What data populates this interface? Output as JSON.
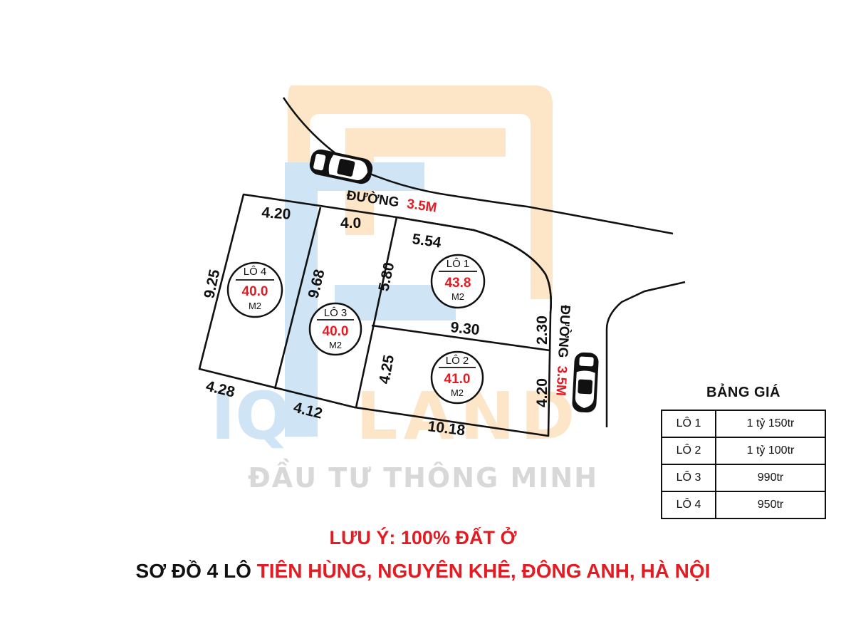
{
  "colors": {
    "red": "#e31b23",
    "ink": "#111111",
    "watermark_orange": "#fde5c8",
    "watermark_blue": "#cfe4f5",
    "watermark_gray": "#d8d8d8"
  },
  "watermark": {
    "brand": "IQ LAND",
    "tagline": "ĐẦU TƯ THÔNG MINH"
  },
  "roads": {
    "top": {
      "label": "ĐƯỜNG",
      "width": "3.5M"
    },
    "right": {
      "label": "ĐƯỜNG",
      "width": "3.5M"
    }
  },
  "icons": [
    "car-icon",
    "car-icon"
  ],
  "dimensions": {
    "lot4_top": "4.20",
    "lot3_top": "4.0",
    "lot1_top": "5.54",
    "lot4_left": "9.25",
    "lot3_left": "9.68",
    "lot1_left": "5.80",
    "lot1_right": "2.30",
    "lot1_bottom": "9.30",
    "lot2_left": "4.25",
    "lot2_right": "4.20",
    "lot2_bottom": "10.18",
    "lot4_bottom": "4.28",
    "lot3_bottom": "4.12"
  },
  "lots": [
    {
      "name": "LÔ 1",
      "area": "43.8",
      "unit": "M2"
    },
    {
      "name": "LÔ 2",
      "area": "41.0",
      "unit": "M2"
    },
    {
      "name": "LÔ 3",
      "area": "40.0",
      "unit": "M2"
    },
    {
      "name": "LÔ 4",
      "area": "40.0",
      "unit": "M2"
    }
  ],
  "price_table": {
    "title": "BẢNG GIÁ",
    "rows": [
      {
        "lot": "LÔ 1",
        "price": "1 tỷ 150tr"
      },
      {
        "lot": "LÔ 2",
        "price": "1 tỷ 100tr"
      },
      {
        "lot": "LÔ 3",
        "price": "990tr"
      },
      {
        "lot": "LÔ 4",
        "price": "950tr"
      }
    ]
  },
  "note": "LƯU Ý: 100% ĐẤT Ở",
  "title": {
    "prefix": "SƠ ĐỒ 4 LÔ",
    "location": "TIÊN HÙNG, NGUYÊN KHÊ, ĐÔNG ANH, HÀ NỘI"
  }
}
